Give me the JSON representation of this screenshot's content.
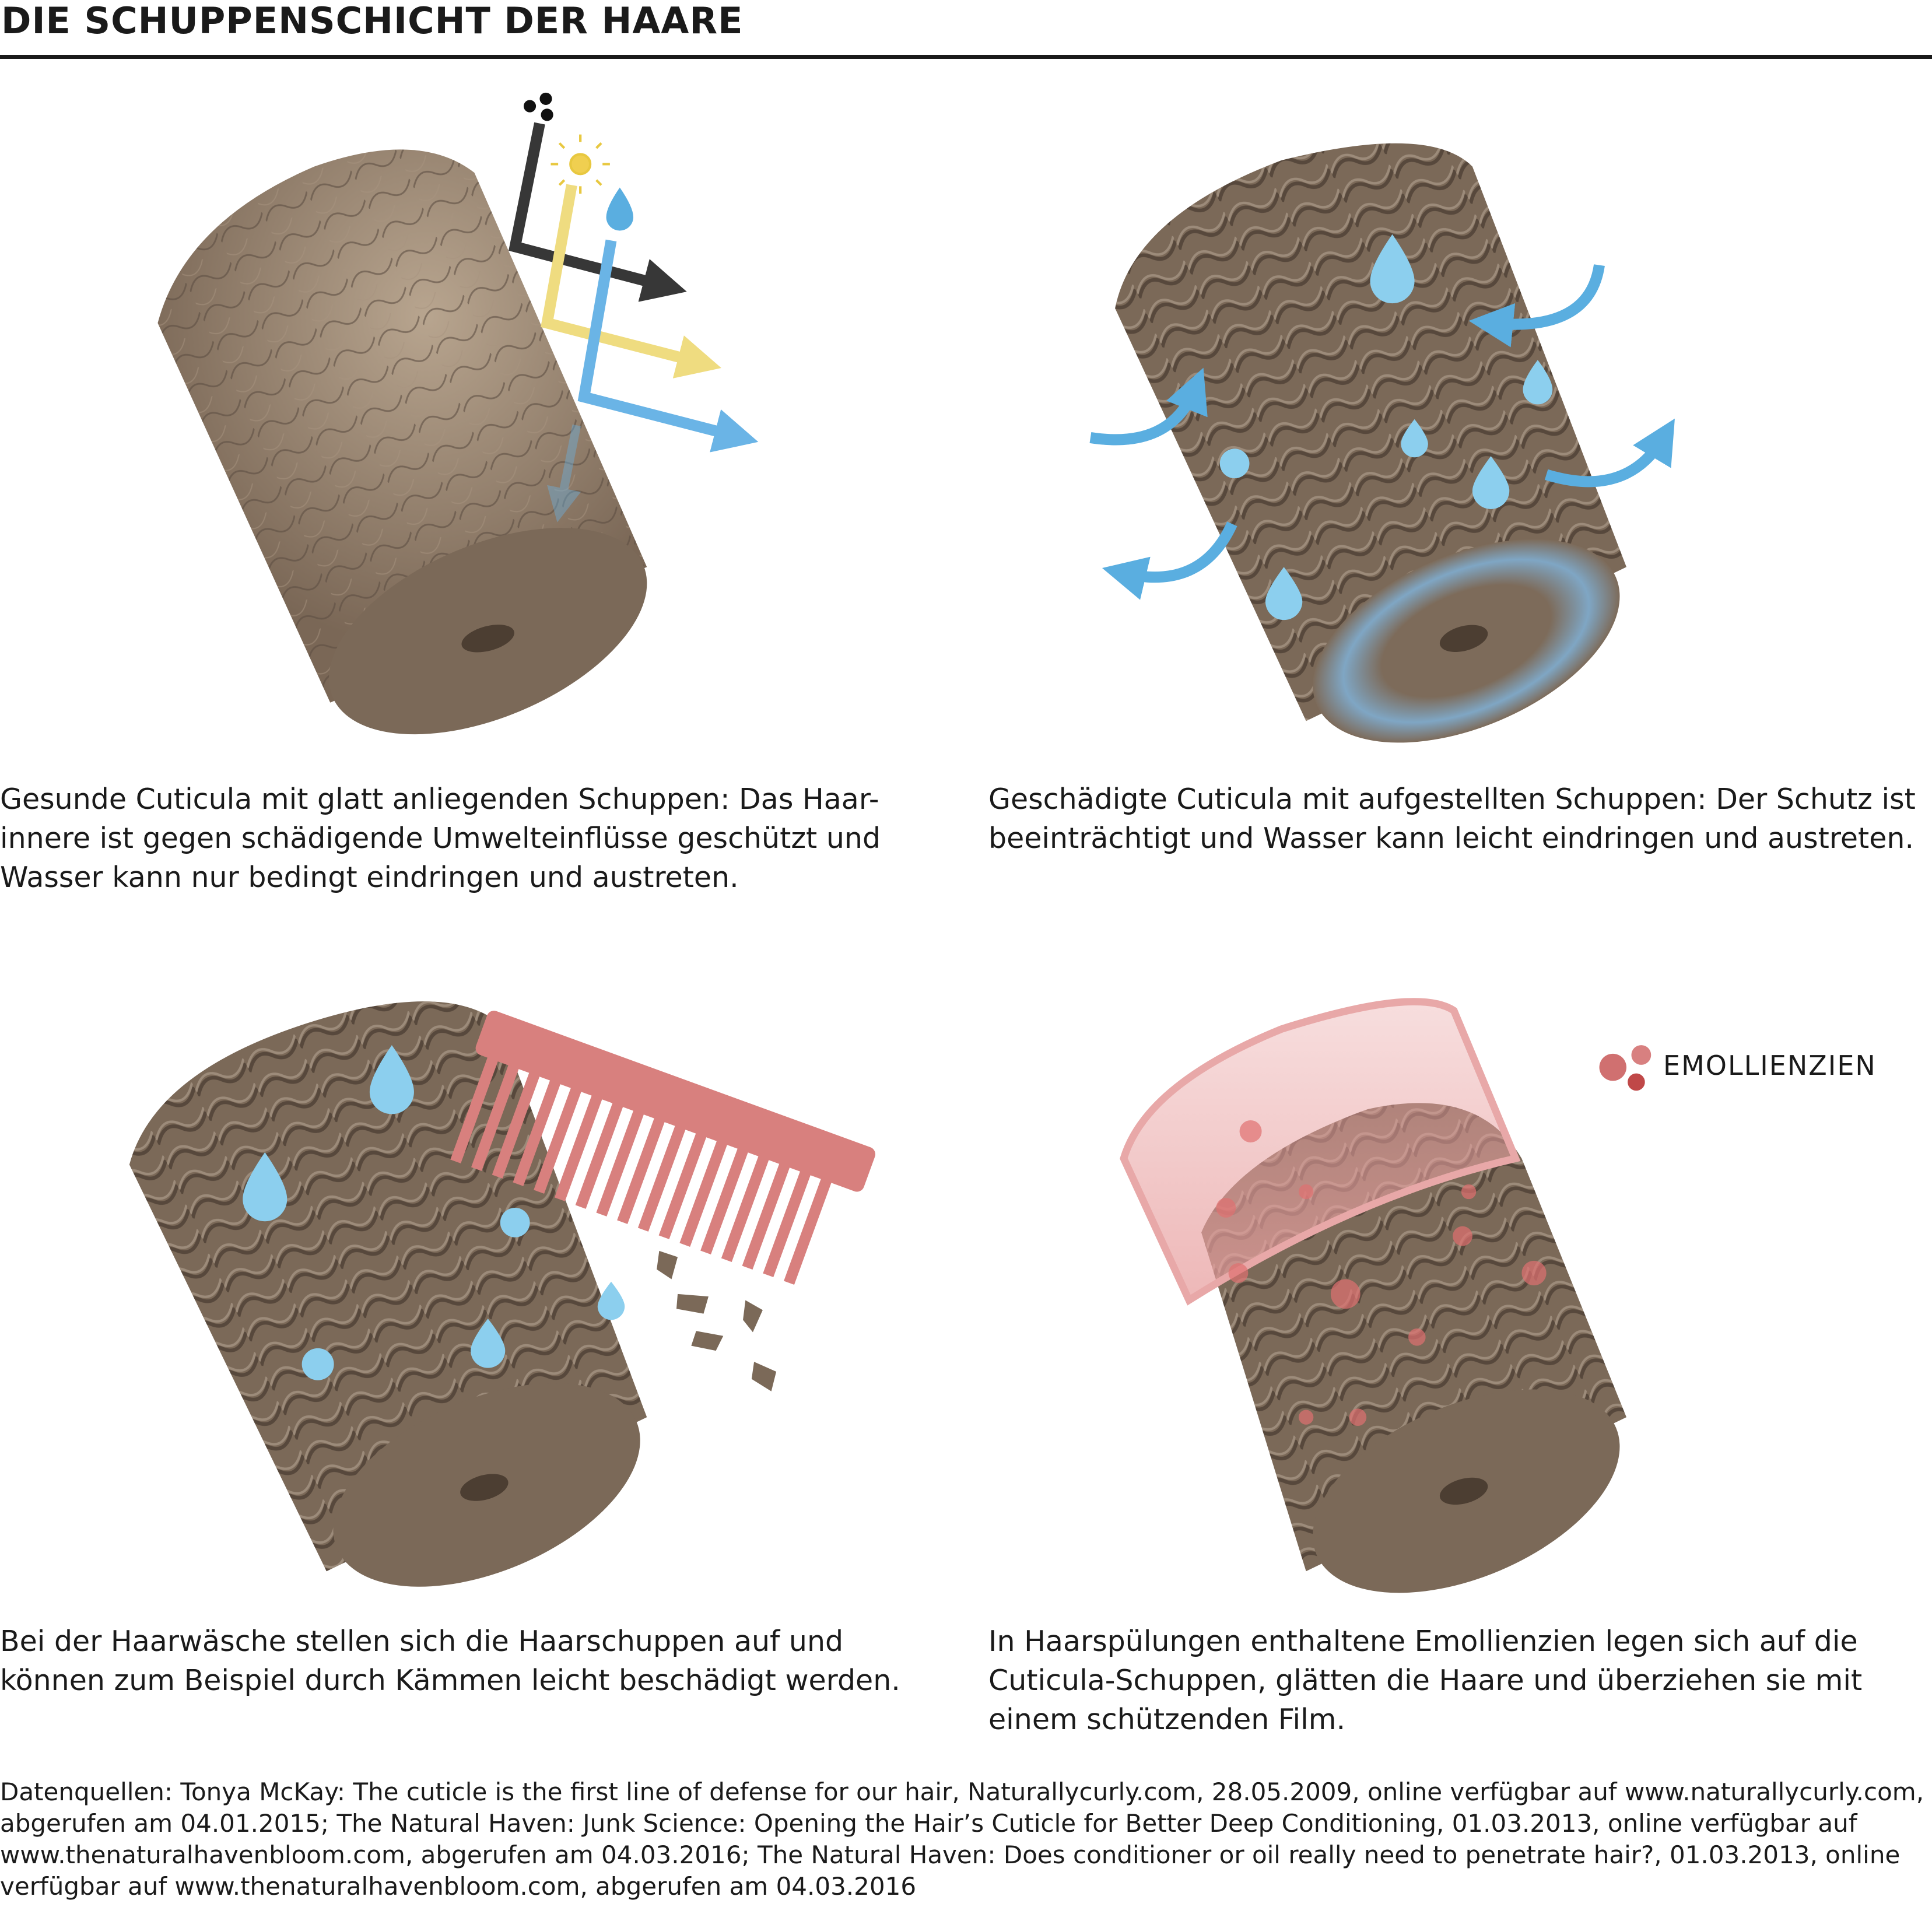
{
  "title": "DIE SCHUPPENSCHICHT DER HAARE",
  "panels": [
    {
      "caption": "Gesunde Cuticula mit glatt anliegenden Schuppen: Das Haar-innere ist gegen schädigende Umwelteinflüsse geschützt und Wasser kann nur bedingt eindringen und austreten."
    },
    {
      "caption": "Geschädigte Cuticula mit aufgestellten Schuppen: Der Schutz ist beeinträchtigt und Wasser kann leicht eindringen und austreten."
    },
    {
      "caption": "Bei der Haarwäsche stellen sich die Haarschuppen auf und können zum Beispiel durch Kämmen leicht beschädigt werden."
    },
    {
      "caption": "In Haarspülungen enthaltene Emollienzien legen sich auf die Cuticula-Schuppen, glätten die Haare und überziehen sie mit einem schützenden Film."
    }
  ],
  "legend": {
    "label": "EMOLLIENZIEN",
    "color": "#c9595c"
  },
  "colors": {
    "hair": "#7d6b5a",
    "water": "#5aaee0",
    "sun": "#f0d878",
    "comb": "#d8807e"
  },
  "sources": "Datenquellen: Tonya McKay: The cuticle is the first line of defense for our hair, Naturallycurly.com, 28.05.2009, online verfügbar auf www.naturallycurly.com, abgerufen am 04.01.2015; The Natural Haven: Junk Science: Opening the Hair’s Cuticle for Better Deep Conditioning, 01.03.2013, online verfügbar auf www.thenaturalhavenbloom.com, abgerufen am 04.03.2016; The Natural Haven: Does conditioner or oil really need to penetrate hair?, 01.03.2013, online verfügbar auf www.thenaturalhavenbloom.com, abgerufen am 04.03.2016"
}
